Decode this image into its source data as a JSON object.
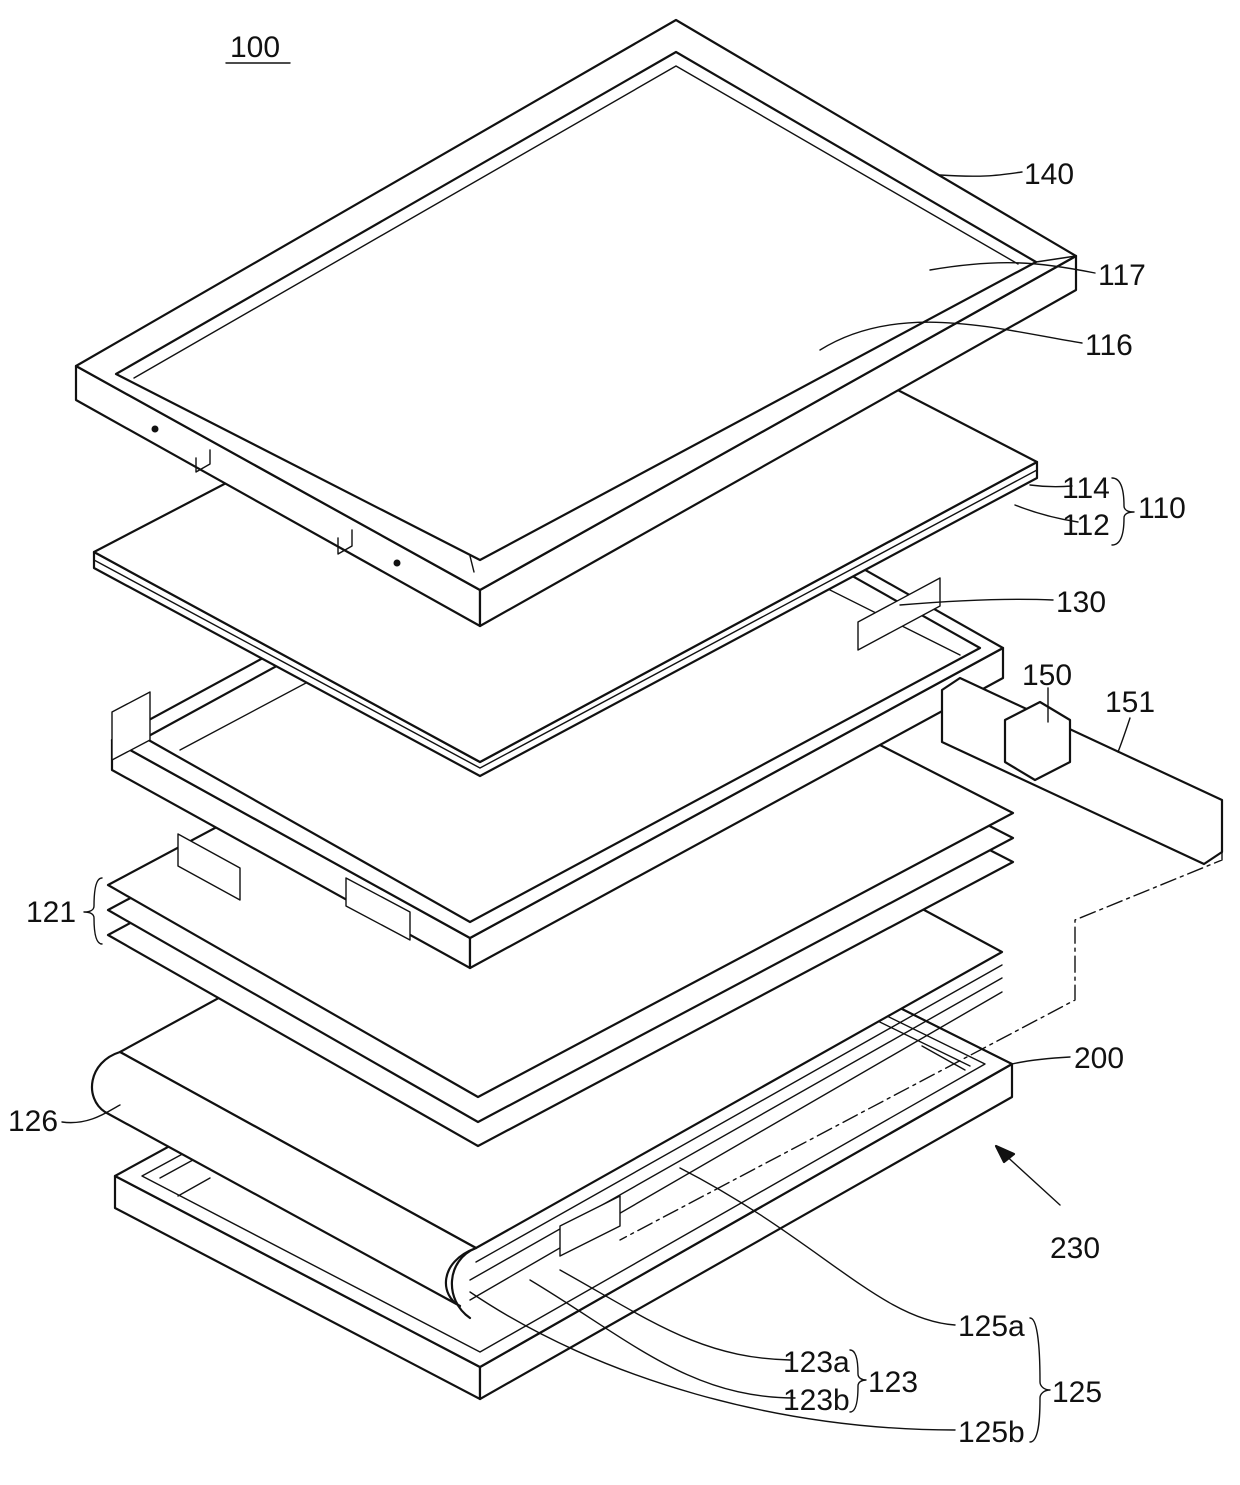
{
  "figure": {
    "number": "100"
  },
  "labels": {
    "r140": "140",
    "r117": "117",
    "r116": "116",
    "r114": "114",
    "r112": "112",
    "r110": "110",
    "r130": "130",
    "r150": "150",
    "r151": "151",
    "r121": "121",
    "r126": "126",
    "r200": "200",
    "r230": "230",
    "r125a": "125a",
    "r123a": "123a",
    "r123": "123",
    "r123b": "123b",
    "r125": "125",
    "r125b": "125b"
  },
  "colors": {
    "line": "#111111",
    "background": "#ffffff"
  }
}
